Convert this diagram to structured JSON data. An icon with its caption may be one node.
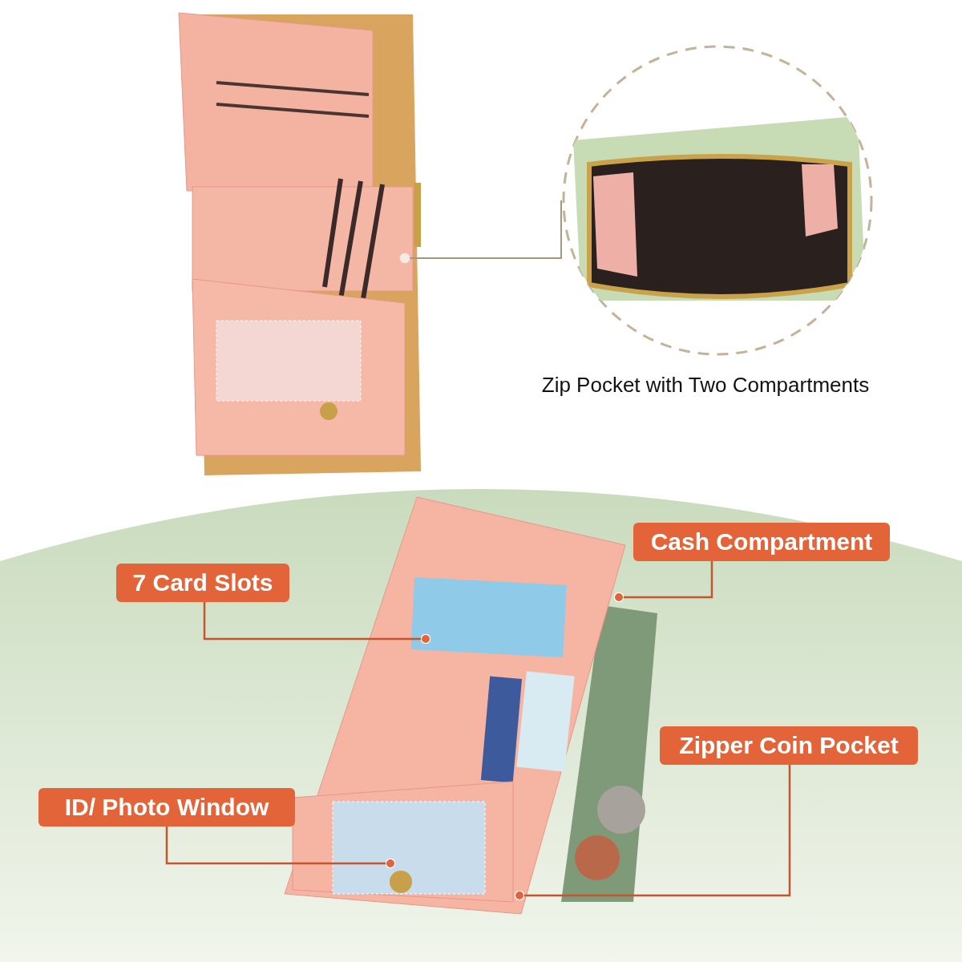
{
  "diagram": {
    "nodes": [
      {
        "text": [],
        "shape": "picture"
      },
      {
        "text": [],
        "shape": "picture",
        "beside": [
          "Zip Pocket with Two Compartments"
        ]
      },
      {
        "text": [],
        "shape": "picture"
      },
      {
        "text": [
          "Cash Compartment"
        ]
      },
      {
        "text": [
          "7 Card Slots"
        ]
      },
      {
        "text": [
          "Zipper Coin Pocket"
        ]
      },
      {
        "text": [
          "ID/ Photo Window"
        ]
      }
    ],
    "edges": [
      {
        "from": 0,
        "to": 1,
        "arrow": "other"
      },
      {
        "from": 2,
        "to": 3,
        "arrow": "other"
      },
      {
        "from": 2,
        "to": 4,
        "arrow": "other"
      },
      {
        "from": 2,
        "to": 5,
        "arrow": "other"
      },
      {
        "from": 2,
        "to": 6,
        "arrow": "other"
      }
    ]
  }
}
